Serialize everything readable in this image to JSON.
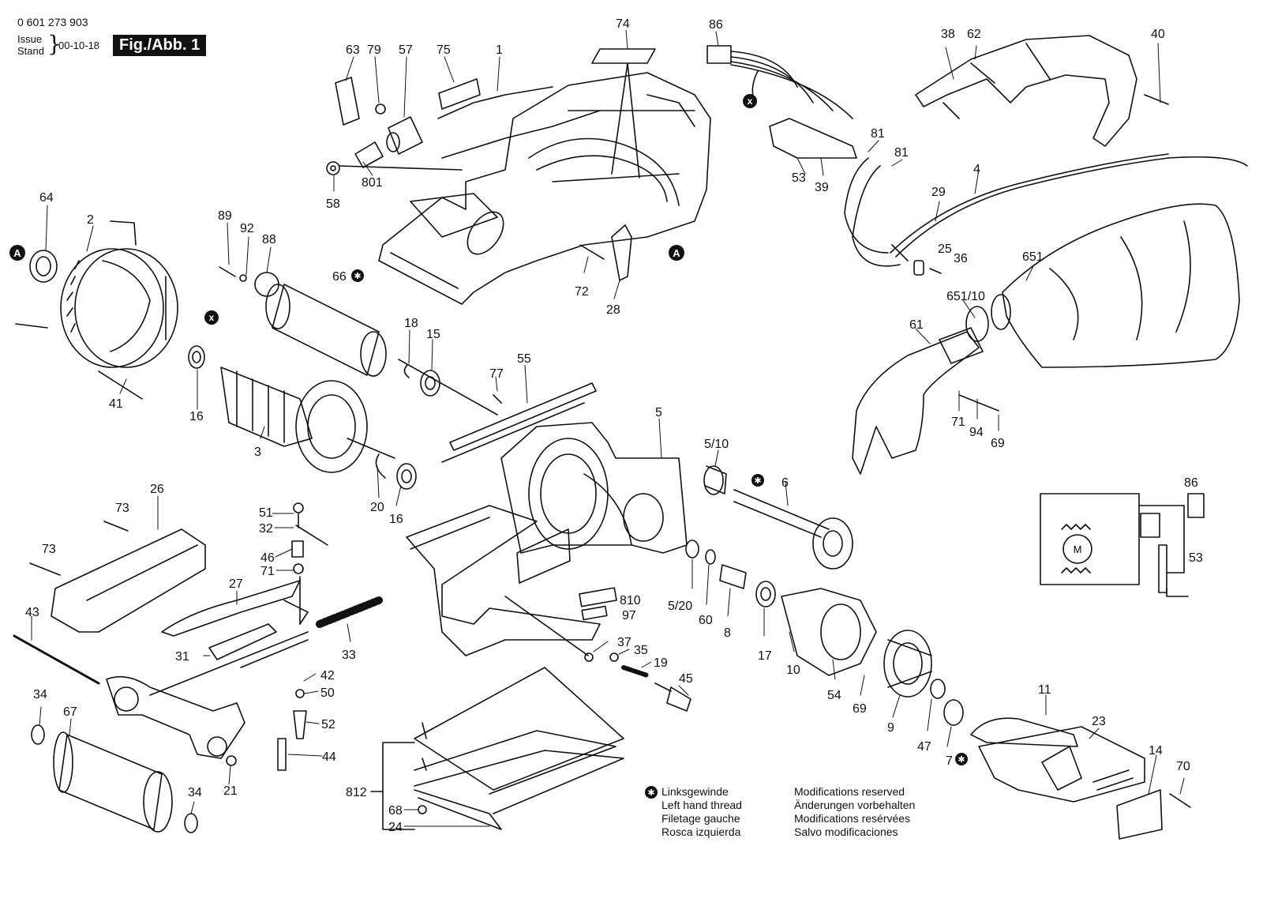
{
  "document": {
    "doc_number": "0 601 273 903",
    "issue_label": "Issue",
    "stand_label": "Stand",
    "issue_date": "00-10-18",
    "figure_badge": "Fig./Abb. 1"
  },
  "legend": {
    "star_lines": [
      "Linksgewinde",
      "Left hand thread",
      "Filetage gauche",
      "Rosca izquierda"
    ],
    "modification_lines": [
      "Modifications reserved",
      "Änderungen vorbehalten",
      "Modifications resérvées",
      "Salvo modificaciones"
    ]
  },
  "markers": {
    "A": "A",
    "X": "x",
    "motor": "M"
  },
  "part_labels": [
    {
      "id": "74",
      "text": "74"
    },
    {
      "id": "86",
      "text": "86"
    },
    {
      "id": "38",
      "text": "38"
    },
    {
      "id": "62",
      "text": "62"
    },
    {
      "id": "40",
      "text": "40"
    },
    {
      "id": "63",
      "text": "63"
    },
    {
      "id": "79",
      "text": "79"
    },
    {
      "id": "57",
      "text": "57"
    },
    {
      "id": "75",
      "text": "75"
    },
    {
      "id": "1",
      "text": "1"
    },
    {
      "id": "81a",
      "text": "81"
    },
    {
      "id": "81b",
      "text": "81"
    },
    {
      "id": "53",
      "text": "53"
    },
    {
      "id": "39",
      "text": "39"
    },
    {
      "id": "4",
      "text": "4"
    },
    {
      "id": "29",
      "text": "29"
    },
    {
      "id": "801",
      "text": "801"
    },
    {
      "id": "58",
      "text": "58"
    },
    {
      "id": "64",
      "text": "64"
    },
    {
      "id": "2",
      "text": "2"
    },
    {
      "id": "89",
      "text": "89"
    },
    {
      "id": "92",
      "text": "92"
    },
    {
      "id": "88",
      "text": "88"
    },
    {
      "id": "66",
      "text": "66"
    },
    {
      "id": "25",
      "text": "25"
    },
    {
      "id": "36",
      "text": "36"
    },
    {
      "id": "651",
      "text": "651"
    },
    {
      "id": "72",
      "text": "72"
    },
    {
      "id": "28",
      "text": "28"
    },
    {
      "id": "651-10",
      "text": "651/10"
    },
    {
      "id": "18",
      "text": "18"
    },
    {
      "id": "15",
      "text": "15"
    },
    {
      "id": "61",
      "text": "61"
    },
    {
      "id": "41",
      "text": "41"
    },
    {
      "id": "16a",
      "text": "16"
    },
    {
      "id": "77",
      "text": "77"
    },
    {
      "id": "55",
      "text": "55"
    },
    {
      "id": "71a",
      "text": "71"
    },
    {
      "id": "94",
      "text": "94"
    },
    {
      "id": "69a",
      "text": "69"
    },
    {
      "id": "3",
      "text": "3"
    },
    {
      "id": "5",
      "text": "5"
    },
    {
      "id": "5-10",
      "text": "5/10"
    },
    {
      "id": "6",
      "text": "6"
    },
    {
      "id": "86b",
      "text": "86"
    },
    {
      "id": "26",
      "text": "26"
    },
    {
      "id": "73a",
      "text": "73"
    },
    {
      "id": "20",
      "text": "20"
    },
    {
      "id": "16b",
      "text": "16"
    },
    {
      "id": "51",
      "text": "51"
    },
    {
      "id": "32",
      "text": "32"
    },
    {
      "id": "73b",
      "text": "73"
    },
    {
      "id": "46",
      "text": "46"
    },
    {
      "id": "71b",
      "text": "71"
    },
    {
      "id": "53b",
      "text": "53"
    },
    {
      "id": "27",
      "text": "27"
    },
    {
      "id": "810",
      "text": "810"
    },
    {
      "id": "5-20",
      "text": "5/20"
    },
    {
      "id": "60",
      "text": "60"
    },
    {
      "id": "8",
      "text": "8"
    },
    {
      "id": "97",
      "text": "97"
    },
    {
      "id": "43",
      "text": "43"
    },
    {
      "id": "17",
      "text": "17"
    },
    {
      "id": "31",
      "text": "31"
    },
    {
      "id": "33",
      "text": "33"
    },
    {
      "id": "37",
      "text": "37"
    },
    {
      "id": "35",
      "text": "35"
    },
    {
      "id": "10",
      "text": "10"
    },
    {
      "id": "19",
      "text": "19"
    },
    {
      "id": "42",
      "text": "42"
    },
    {
      "id": "45",
      "text": "45"
    },
    {
      "id": "54",
      "text": "54"
    },
    {
      "id": "11",
      "text": "11"
    },
    {
      "id": "50",
      "text": "50"
    },
    {
      "id": "69b",
      "text": "69"
    },
    {
      "id": "34a",
      "text": "34"
    },
    {
      "id": "67",
      "text": "67"
    },
    {
      "id": "9",
      "text": "9"
    },
    {
      "id": "23",
      "text": "23"
    },
    {
      "id": "52",
      "text": "52"
    },
    {
      "id": "47",
      "text": "47"
    },
    {
      "id": "44",
      "text": "44"
    },
    {
      "id": "7",
      "text": "7"
    },
    {
      "id": "14",
      "text": "14"
    },
    {
      "id": "70",
      "text": "70"
    },
    {
      "id": "21",
      "text": "21"
    },
    {
      "id": "34b",
      "text": "34"
    },
    {
      "id": "812",
      "text": "812"
    },
    {
      "id": "68",
      "text": "68"
    },
    {
      "id": "24",
      "text": "24"
    }
  ]
}
